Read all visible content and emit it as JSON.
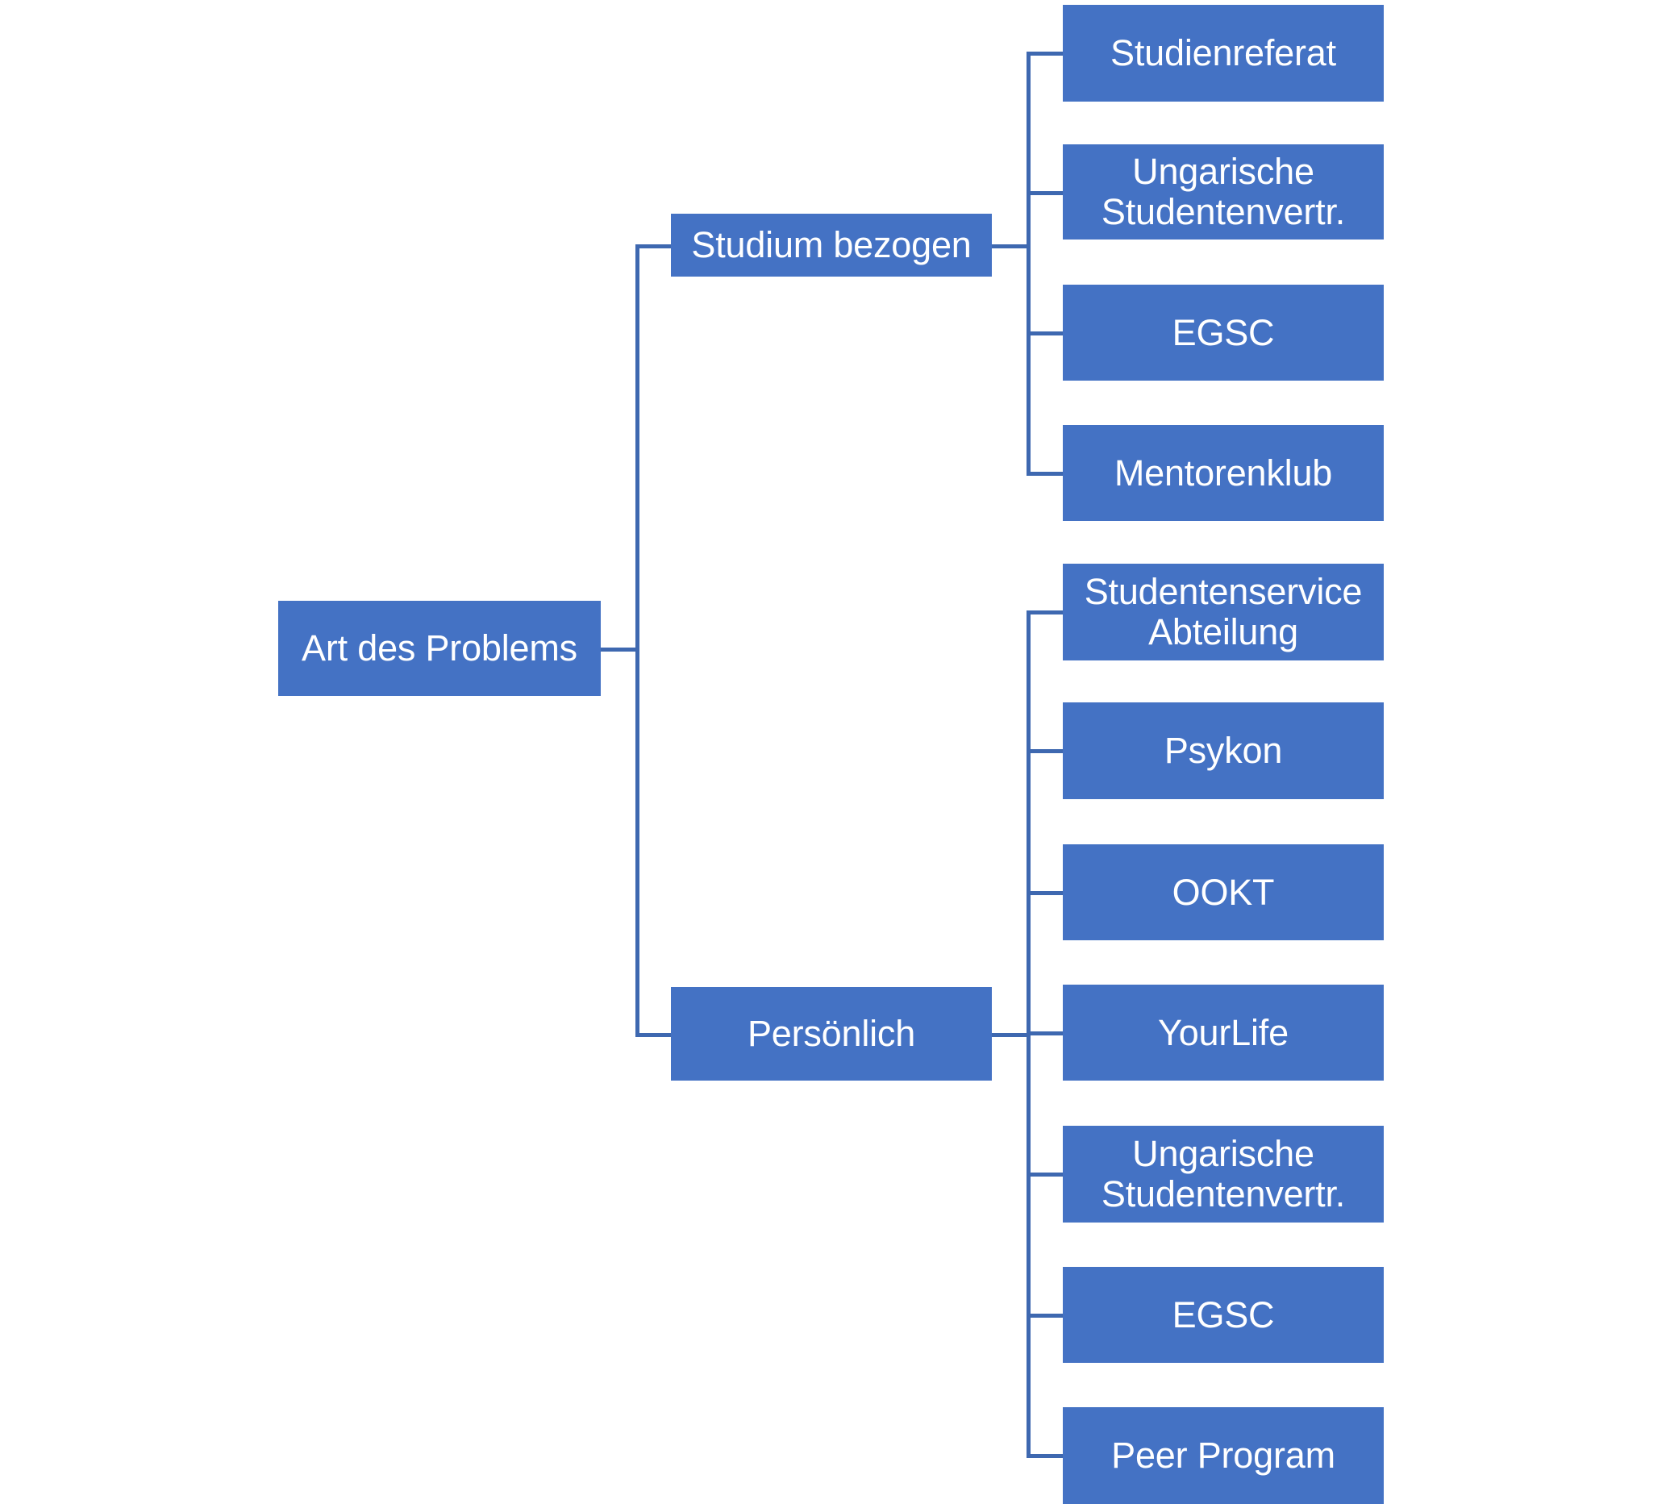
{
  "diagram": {
    "type": "tree",
    "title": "Art des Problems",
    "colors": {
      "node_fill": "#4472C4",
      "node_text": "#FFFFFF",
      "connector": "#3E68B0",
      "background": "#FFFFFF"
    },
    "root": {
      "label": "Art des Problems"
    },
    "branches": [
      {
        "label": "Studium bezogen",
        "children": [
          {
            "label": "Studienreferat"
          },
          {
            "label": "Ungarische\nStudentenvertr."
          },
          {
            "label": "EGSC"
          },
          {
            "label": "Mentorenklub"
          }
        ]
      },
      {
        "label": "Persönlich",
        "children": [
          {
            "label": "Studentenservice\nAbteilung"
          },
          {
            "label": "Psykon"
          },
          {
            "label": "OOKT"
          },
          {
            "label": "YourLife"
          },
          {
            "label": "Ungarische\nStudentenvertr."
          },
          {
            "label": "EGSC"
          },
          {
            "label": "Peer Program"
          }
        ]
      }
    ]
  }
}
